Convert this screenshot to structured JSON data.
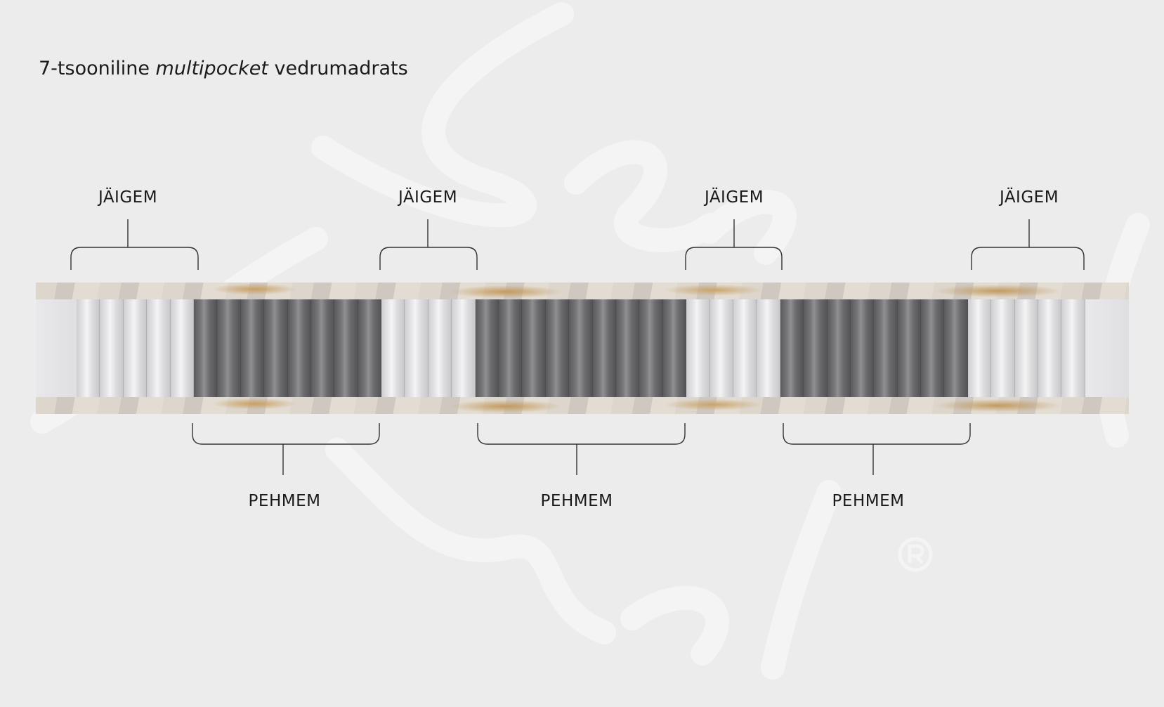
{
  "watermark": {
    "logo_text": "SleepWell",
    "registered_mark": "®"
  },
  "title": {
    "prefix": "7-tsooniline ",
    "italic": "multipocket",
    "suffix": " vedrumadrats"
  },
  "zones": [
    {
      "kind": "firm",
      "springs": 5
    },
    {
      "kind": "soft",
      "springs": 8
    },
    {
      "kind": "firm",
      "springs": 4
    },
    {
      "kind": "soft",
      "springs": 9
    },
    {
      "kind": "firm",
      "springs": 4
    },
    {
      "kind": "soft",
      "springs": 8
    },
    {
      "kind": "firm",
      "springs": 5
    }
  ],
  "labels": {
    "firm": [
      "JÄIGEM",
      "JÄIGEM",
      "JÄIGEM",
      "JÄIGEM"
    ],
    "soft": [
      "PEHMEM",
      "PEHMEM",
      "PEHMEM"
    ]
  },
  "colors": {
    "background": "#ececec",
    "firm_spring": "#e6e6e8",
    "soft_spring": "#77777a",
    "foam_accent": "#c49a5e"
  }
}
